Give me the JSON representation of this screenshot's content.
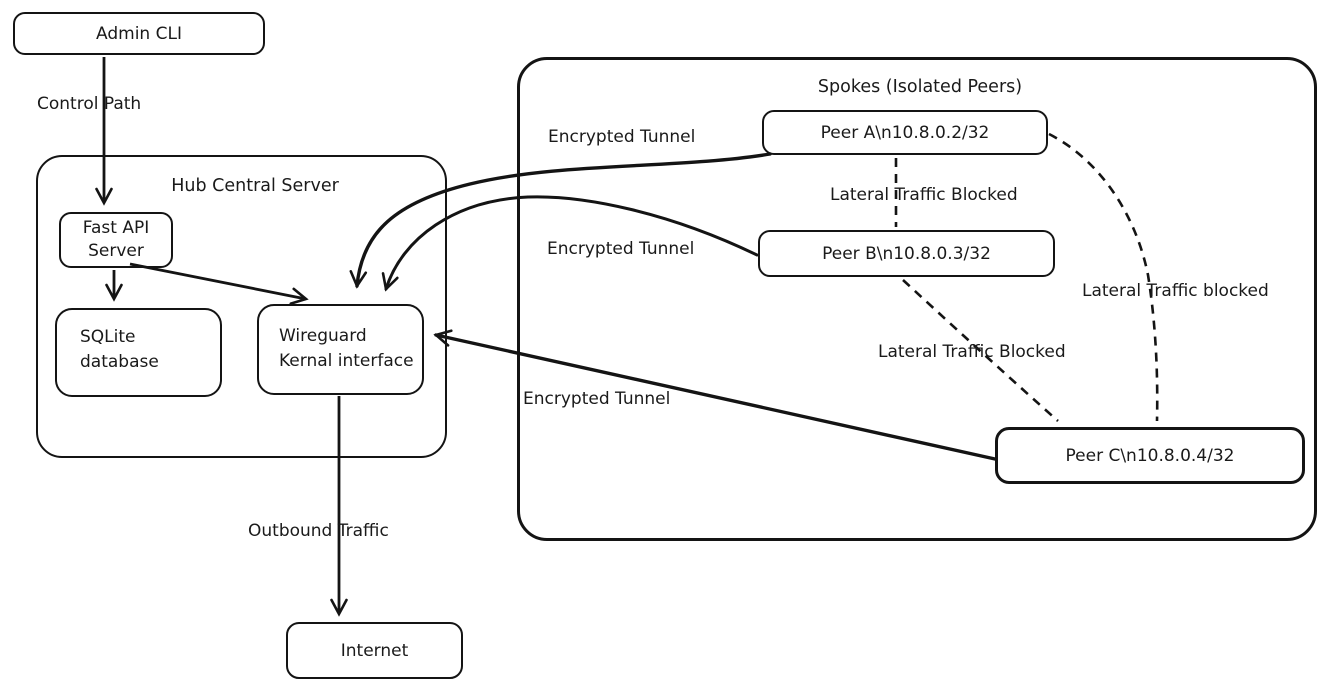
{
  "diagram": {
    "nodes": {
      "admin_cli": {
        "label": "Admin CLI"
      },
      "hub": {
        "title": "Hub Central Server"
      },
      "fast_api": {
        "line1": "Fast API",
        "line2": "Server"
      },
      "sqlite": {
        "line1": "SQLite",
        "line2": "database"
      },
      "wireguard": {
        "line1": "Wireguard",
        "line2": "Kernal interface"
      },
      "internet": {
        "label": "Internet"
      },
      "spokes": {
        "title": "Spokes (Isolated Peers)"
      },
      "peer_a": {
        "label": "Peer A\\n10.8.0.2/32"
      },
      "peer_b": {
        "label": "Peer B\\n10.8.0.3/32"
      },
      "peer_c": {
        "label": "Peer C\\n10.8.0.4/32"
      }
    },
    "edge_labels": {
      "control_path": "Control Path",
      "encrypted_tunnel_a": "Encrypted Tunnel",
      "encrypted_tunnel_b": "Encrypted Tunnel",
      "encrypted_tunnel_c": "Encrypted Tunnel",
      "lateral_ab": "Lateral Traffic Blocked",
      "lateral_bc": "Lateral Traffic Blocked",
      "lateral_ac": "Lateral Traffic blocked",
      "outbound_traffic": "Outbound Traffic"
    },
    "colors": {
      "stroke": "#141414",
      "background": "#ffffff"
    }
  }
}
